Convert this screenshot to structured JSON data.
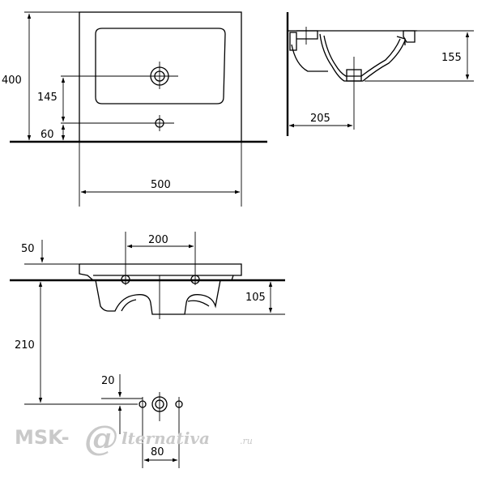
{
  "dimensions": {
    "top_height": "400",
    "top_drain_offset": "145",
    "top_tap_offset": "60",
    "top_width": "500",
    "side_depth": "155",
    "side_drain": "205",
    "front_tap_spacing": "200",
    "front_rim": "50",
    "front_bowl_depth": "105",
    "front_height": "210",
    "waste_offset": "20",
    "waste_spacing": "80"
  },
  "watermark": {
    "prefix": "MSK-",
    "at_sign": "@",
    "name": "lternativa",
    "suffix": ".ru"
  }
}
